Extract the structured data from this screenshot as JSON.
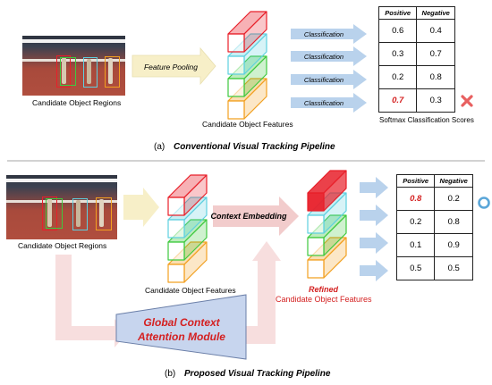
{
  "top": {
    "region_label": "Candidate Object Regions",
    "pooling_label": "Feature Pooling",
    "features_label": "Candidate Object Features",
    "classification_labels": [
      "Classification",
      "Classification",
      "Classification",
      "Classification"
    ],
    "table": {
      "headers": [
        "Positive",
        "Negative"
      ],
      "rows": [
        [
          "0.6",
          "0.4"
        ],
        [
          "0.3",
          "0.7"
        ],
        [
          "0.2",
          "0.8"
        ],
        [
          "0.7",
          "0.3"
        ]
      ],
      "highlight_row": 3
    },
    "table_caption": "Softmax Classification Scores",
    "caption_prefix": "(a)",
    "caption_title": "Conventional Visual Tracking Pipeline"
  },
  "bottom": {
    "region_label": "Candidate Object Regions",
    "features_label": "Candidate Object Features",
    "context_label": "Context Embedding",
    "refined_label": "Refined",
    "refined_sub": "Candidate Object Features",
    "module_line1": "Global Context",
    "module_line2": "Attention Module",
    "table": {
      "headers": [
        "Positive",
        "Negative"
      ],
      "rows": [
        [
          "0.8",
          "0.2"
        ],
        [
          "0.2",
          "0.8"
        ],
        [
          "0.1",
          "0.9"
        ],
        [
          "0.5",
          "0.5"
        ]
      ],
      "highlight_row": 0
    },
    "caption_prefix": "(b)",
    "caption_title": "Proposed Visual Tracking Pipeline"
  },
  "colors": {
    "red": "#e8202a",
    "cyan": "#5ed0e0",
    "green": "#3ec93e",
    "orange": "#f2a020",
    "cross": "#e86060",
    "check": "#5aa6d8",
    "arrow_blue": "#b9d2ec",
    "arrow_yellow": "#f7efc8",
    "arrow_pink": "#f2cccc",
    "highlight_text": "#d42020"
  },
  "icons": {
    "wrong": "cross-icon",
    "right": "check-circle-icon"
  }
}
